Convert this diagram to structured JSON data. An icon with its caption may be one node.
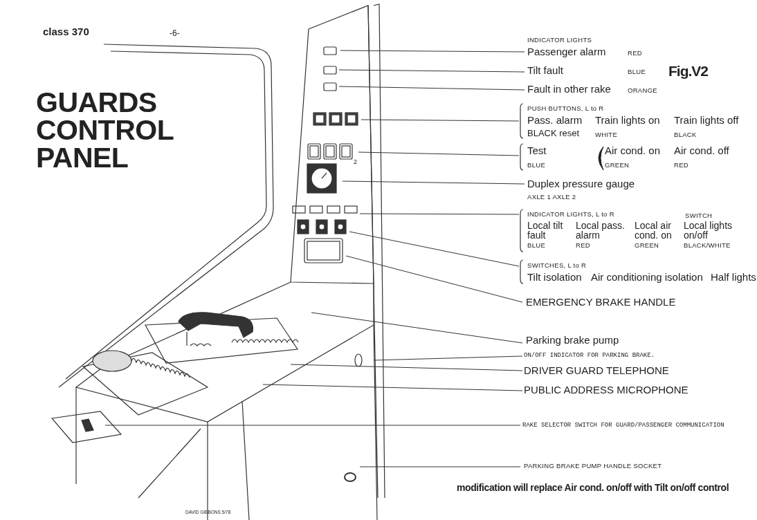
{
  "diagram": {
    "title": "GUARDS CONTROL PANEL",
    "nodes": [
      {
        "text": [
          "Passenger alarm"
        ],
        "beside": [
          "RED"
        ]
      },
      {
        "text": [
          "Tilt fault"
        ],
        "beside": [
          "BLUE"
        ]
      },
      {
        "text": [
          "Fault in other rake"
        ],
        "beside": [
          "ORANGE"
        ]
      },
      {
        "text": [
          "PUSH BUTTONS, L to R",
          "Pass. alarm",
          "BLACK reset",
          "Train lights on",
          "WHITE",
          "Train lights off",
          "BLACK"
        ]
      },
      {
        "text": [
          "Test",
          "BLUE",
          "Air cond. on",
          "GREEN",
          "Air cond. off",
          "RED"
        ]
      },
      {
        "text": [
          "Duplex pressure gauge"
        ],
        "beside": [
          "AXLE 1 AXLE 2"
        ]
      },
      {
        "text": [
          "INDICATOR LIGHTS, L to R",
          "Local tilt fault",
          "BLUE",
          "Local pass. alarm",
          "RED",
          "Local air cond. on",
          "GREEN",
          "SWITCH",
          "Local lights on/off",
          "BLACK/WHITE"
        ]
      },
      {
        "text": [
          "SWITCHES, L to R",
          "Tilt isolation",
          "Air conditioning isolation",
          "Half lights"
        ]
      },
      {
        "text": [
          "EMERGENCY BRAKE HANDLE"
        ]
      },
      {
        "text": [
          "Parking brake pump"
        ]
      },
      {
        "text": [
          "ON/OFF INDICATOR FOR PARKING BRAKE."
        ]
      },
      {
        "text": [
          "DRIVER GUARD TELEPHONE"
        ]
      },
      {
        "text": [
          "PUBLIC ADDRESS MICROPHONE"
        ]
      },
      {
        "text": [
          "RAKE SELECTOR SWITCH FOR GUARD/PASSENGER COMMUNICATION"
        ]
      },
      {
        "text": [
          "PARKING BRAKE PUMP HANDLE SOCKET"
        ]
      }
    ],
    "edges": [
      {
        "from": 0,
        "to": null,
        "arrow": "none"
      },
      {
        "from": 1,
        "to": null,
        "arrow": "none"
      },
      {
        "from": 2,
        "to": null,
        "arrow": "none"
      },
      {
        "from": 3,
        "to": null,
        "arrow": "none"
      },
      {
        "from": 4,
        "to": null,
        "arrow": "none"
      },
      {
        "from": 5,
        "to": null,
        "arrow": "none"
      },
      {
        "from": 6,
        "to": null,
        "arrow": "none"
      },
      {
        "from": 7,
        "to": null,
        "arrow": "none"
      },
      {
        "from": 8,
        "to": null,
        "arrow": "none"
      },
      {
        "from": 9,
        "to": null,
        "arrow": "none"
      },
      {
        "from": 10,
        "to": null,
        "arrow": "none"
      },
      {
        "from": 11,
        "to": null,
        "arrow": "none"
      },
      {
        "from": 12,
        "to": null,
        "arrow": "none"
      },
      {
        "from": 13,
        "to": null,
        "arrow": "none"
      },
      {
        "from": 14,
        "to": null,
        "arrow": "none"
      }
    ],
    "labels": [
      "class 370",
      "-6-",
      "Fig.V2",
      "INDICATOR LIGHTS",
      "2",
      "modification will replace Air cond. on/off with Tilt on/off control",
      "DAVID GIBBONS 5/78"
    ]
  }
}
